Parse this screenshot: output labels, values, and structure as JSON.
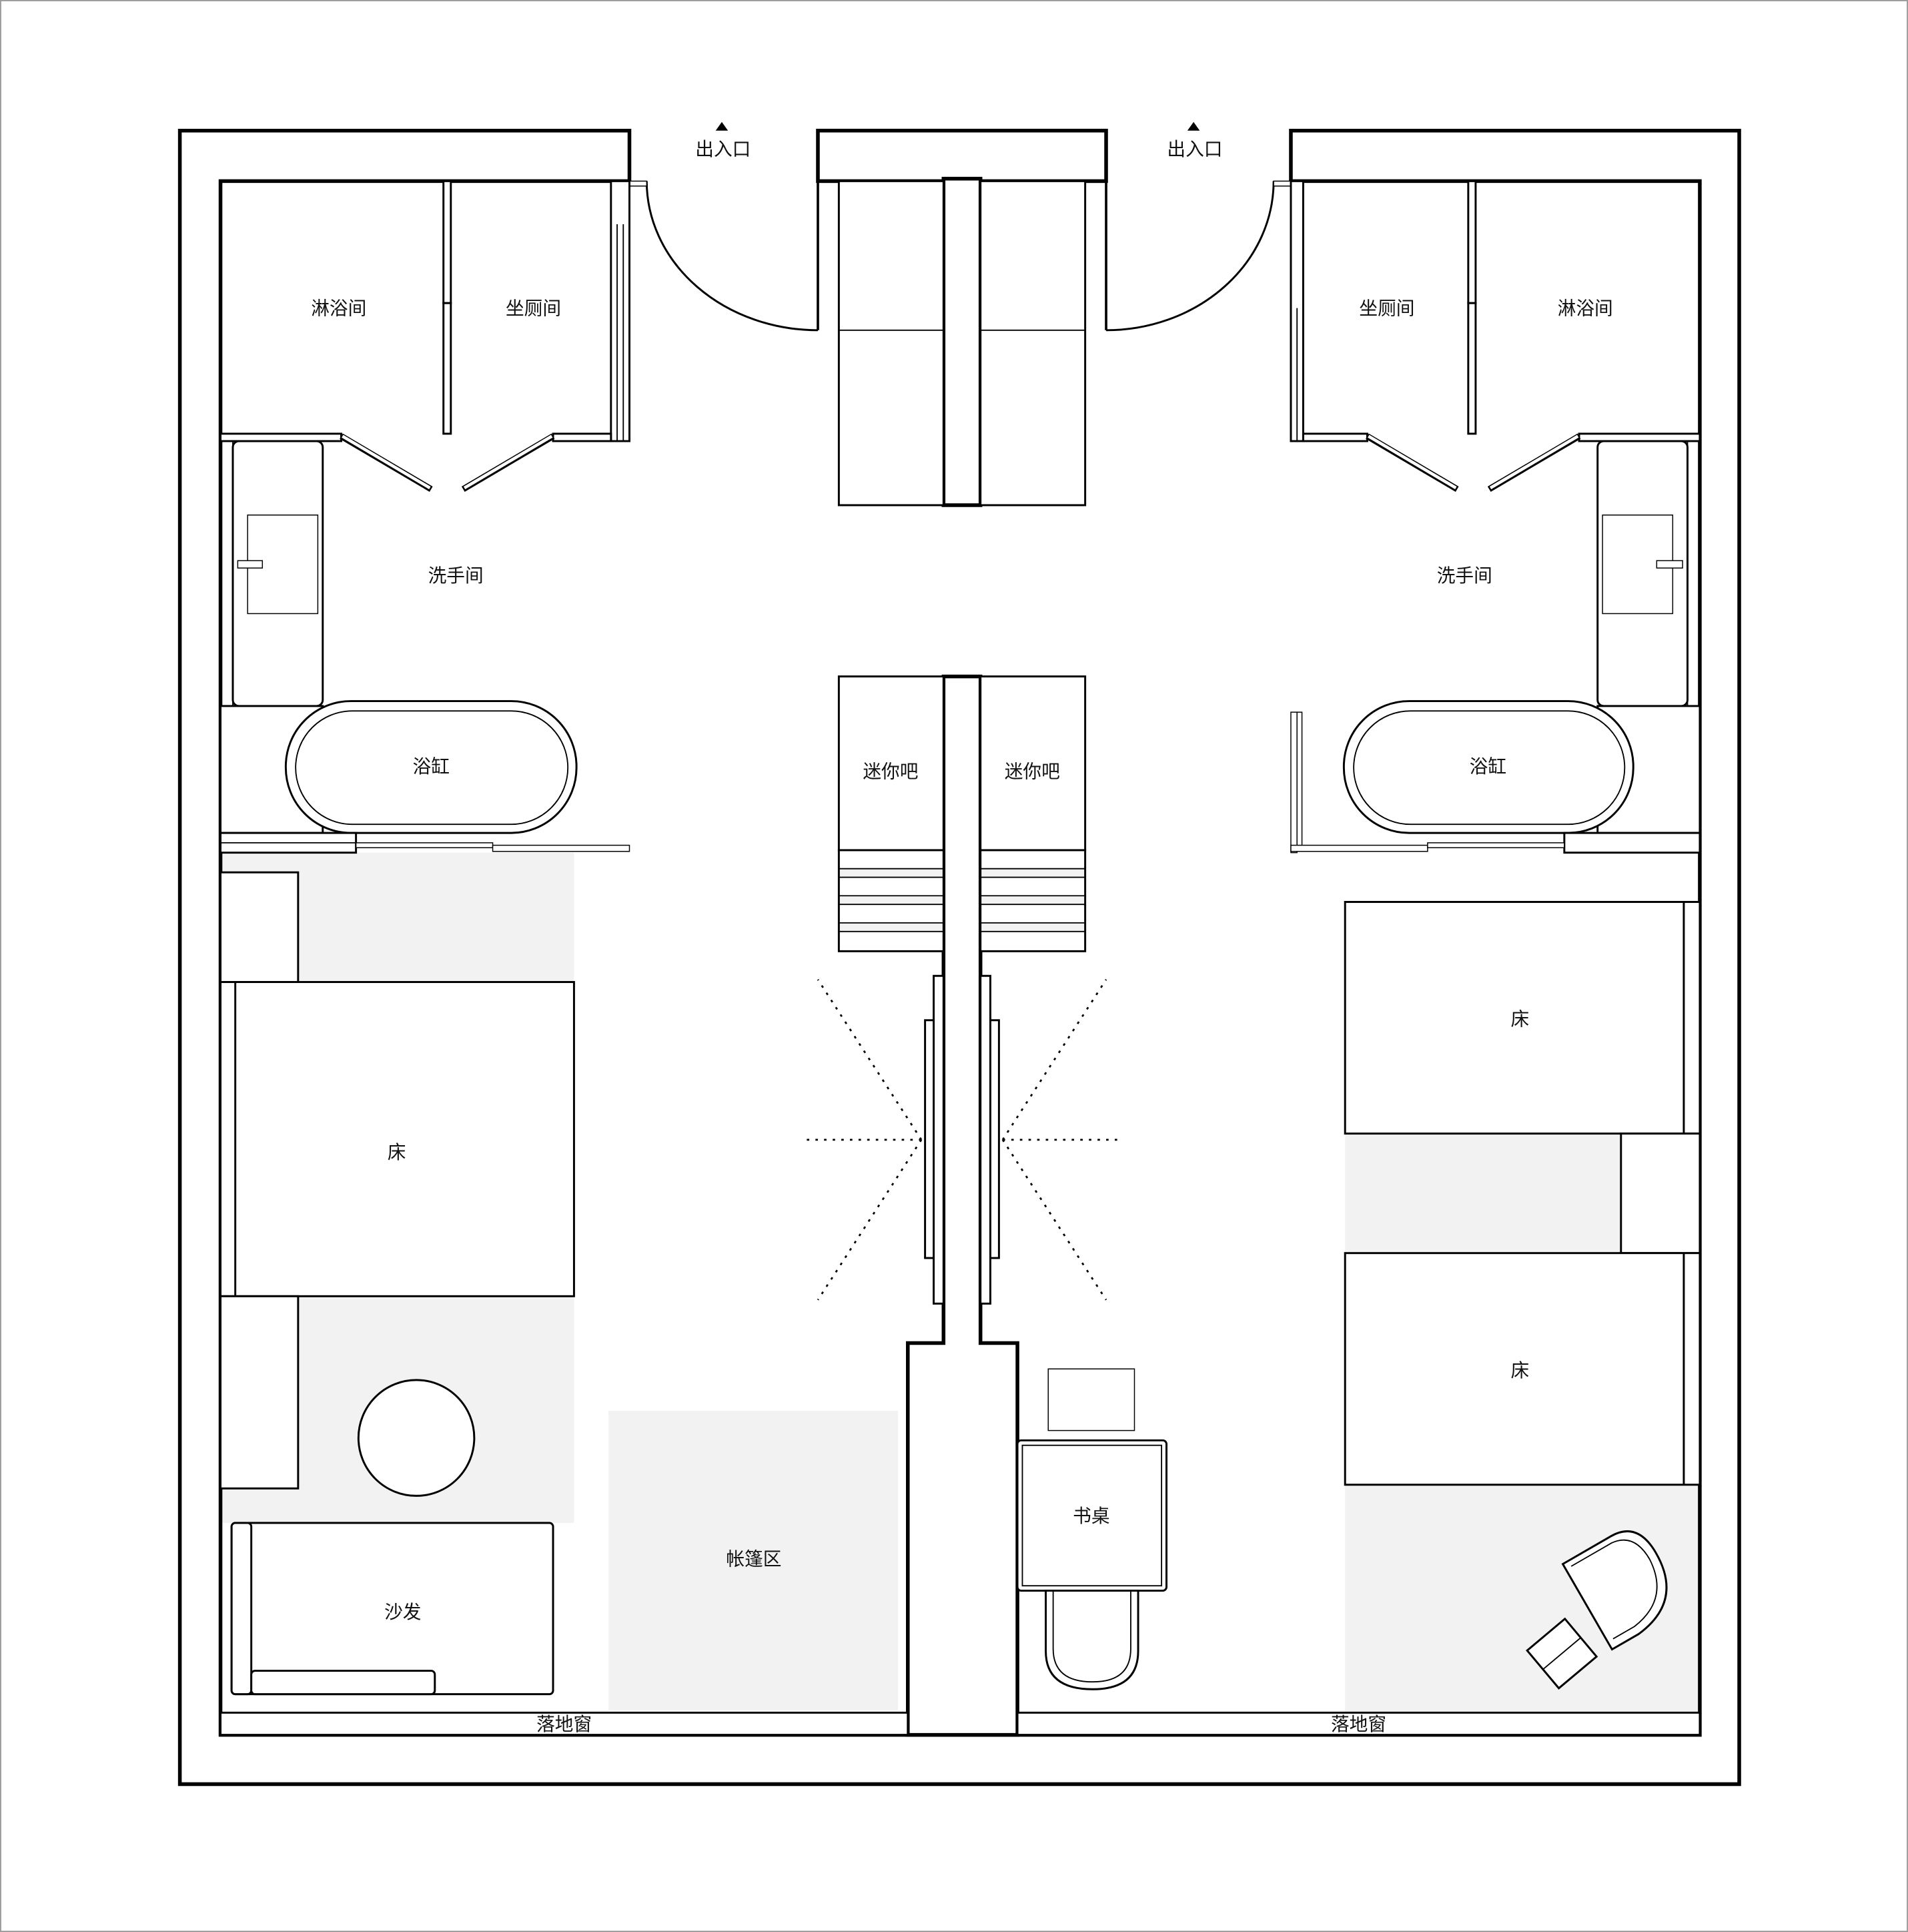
{
  "labels": {
    "entrance_left": "出入口",
    "entrance_right": "出入口",
    "shower_left": "淋浴间",
    "toilet_left": "坐厕间",
    "washroom_left": "洗手间",
    "bathtub_left": "浴缸",
    "shower_right": "淋浴间",
    "toilet_right": "坐厕间",
    "washroom_right": "洗手间",
    "bathtub_right": "浴缸",
    "minibar_left": "迷你吧",
    "minibar_right": "迷你吧",
    "bed_left": "床",
    "bed_right_top": "床",
    "bed_right_bottom": "床",
    "sofa": "沙发",
    "tent_area": "帐篷区",
    "desk": "书桌",
    "window_left": "落地窗",
    "window_right": "落地窗"
  },
  "colors": {
    "wall": "#000000",
    "zone_fill": "#f2f2f2"
  }
}
